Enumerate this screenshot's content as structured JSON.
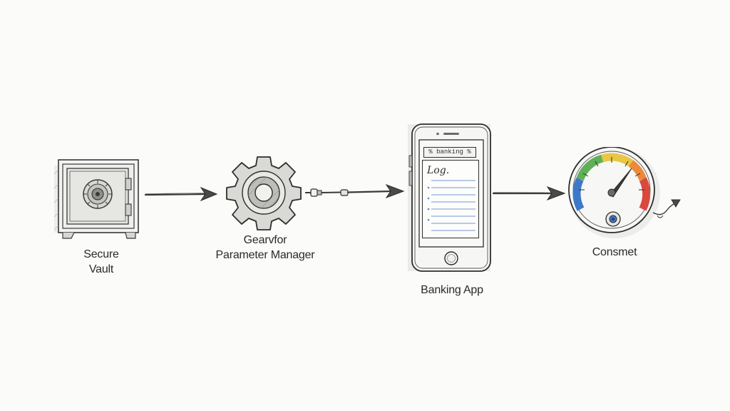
{
  "nodes": {
    "vault": {
      "label_line1": "Secure",
      "label_line2": "Vault"
    },
    "gear": {
      "label_line1": "Gearvfor",
      "label_line2": "Parameter Manager"
    },
    "phone": {
      "label": "Banking App",
      "screen_tab_text": "% banking %",
      "screen_title": "Log."
    },
    "gauge": {
      "label": "Consmet"
    }
  },
  "colors": {
    "pencil": "#3a3a3a",
    "gauge_blue": "#3e78c8",
    "gauge_green": "#5fb056",
    "gauge_yellow": "#e9c744",
    "gauge_orange": "#ec8a3a",
    "gauge_red": "#d94a3c"
  }
}
